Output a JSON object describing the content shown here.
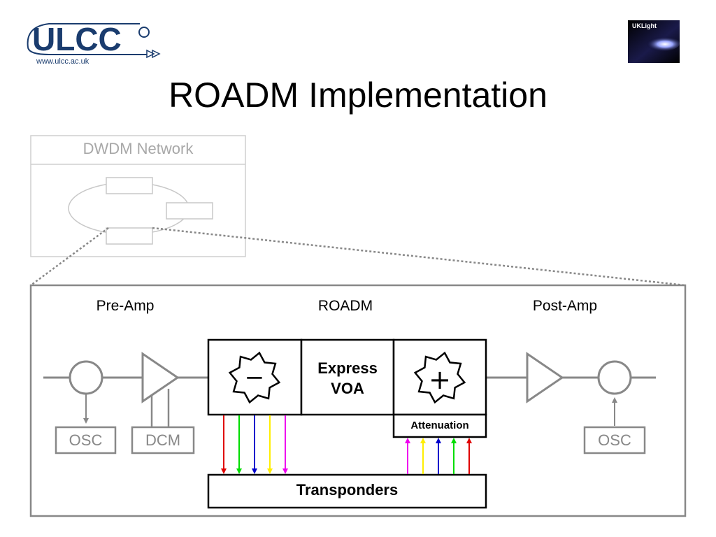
{
  "slide": {
    "title": "ROADM Implementation"
  },
  "logo_ulcc": {
    "text": "ULCC",
    "url": "www.ulcc.ac.uk",
    "color": "#1a3c6e"
  },
  "logo_uklight": {
    "text": "UKLight"
  },
  "inset": {
    "title": "DWDM Network"
  },
  "diagram": {
    "pre_amp_label": "Pre-Amp",
    "roadm_label": "ROADM",
    "post_amp_label": "Post-Amp",
    "osc_left": "OSC",
    "dcm": "DCM",
    "osc_right": "OSC",
    "express_line1": "Express",
    "express_line2": "VOA",
    "attenuation": "Attenuation",
    "transponders": "Transponders",
    "drop_symbol": "−",
    "add_symbol": "+",
    "wavelength_colors": [
      "#e00000",
      "#00dd00",
      "#0000cc",
      "#ffee00",
      "#ee00ee"
    ]
  }
}
